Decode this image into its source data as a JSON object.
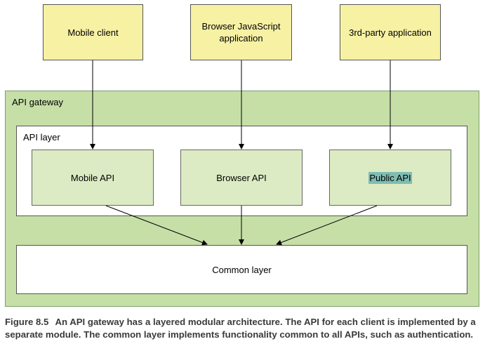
{
  "clients": [
    {
      "label": "Mobile client"
    },
    {
      "label": "Browser JavaScript application"
    },
    {
      "label": "3rd-party application"
    }
  ],
  "gateway": {
    "label": "API gateway"
  },
  "api_layer": {
    "label": "API layer",
    "apis": [
      {
        "label": "Mobile API"
      },
      {
        "label": "Browser API"
      },
      {
        "label": "Public API"
      }
    ]
  },
  "common_layer": {
    "label": "Common layer"
  },
  "caption": {
    "figure": "Figure 8.5",
    "text": "An API gateway has a layered modular architecture. The API for each client is implemented by a separate module. The common layer implements functionality common to all APIs, such as authentication."
  },
  "colors": {
    "client_fill": "#f7f1a4",
    "gateway_fill": "#c6dfa7",
    "api_fill": "#dcebc3",
    "highlight": "#7fbdb3"
  }
}
